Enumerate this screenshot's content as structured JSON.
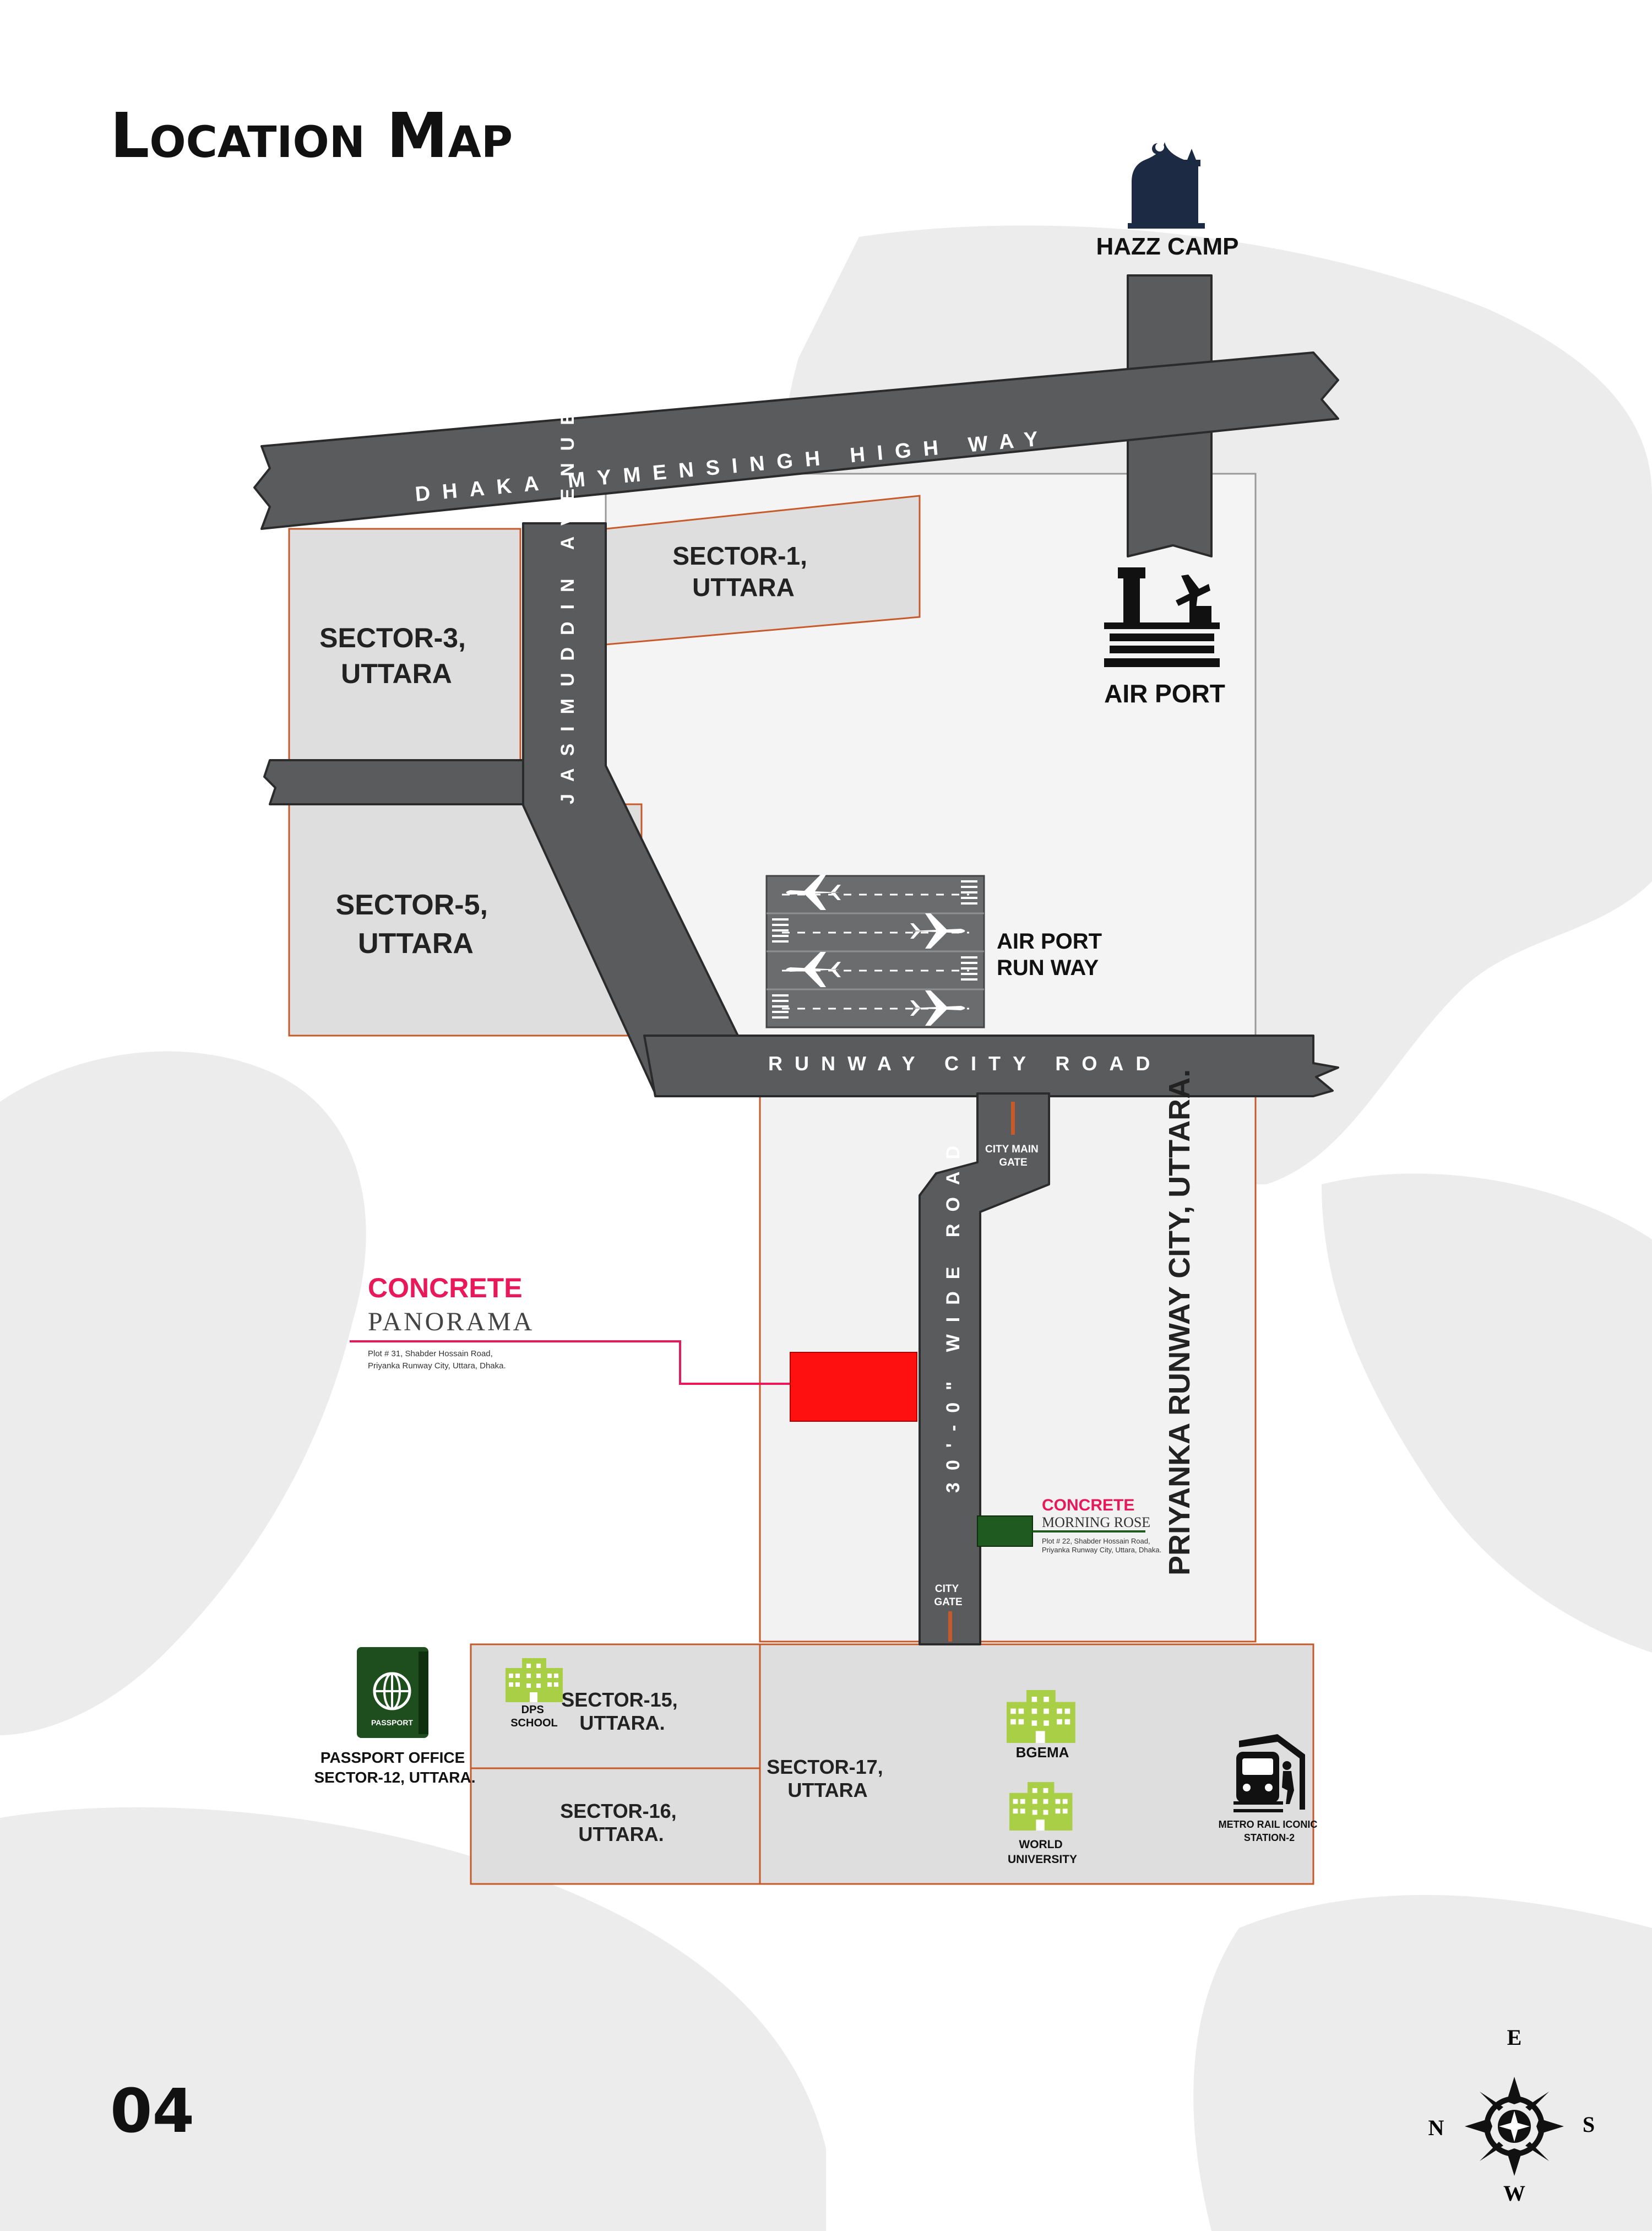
{
  "title": "Location Map",
  "page_number": "04",
  "roads": {
    "highway": "DHAKA MYMENSINGH HIGH WAY",
    "jasimuddin": "JASIMUDDIN AVENUE",
    "runway_city": "RUNWAY CITY ROAD",
    "wide_road": "30'-0\" WIDE ROAD"
  },
  "sectors": {
    "s1": [
      "SECTOR-1,",
      "UTTARA"
    ],
    "s3": [
      "SECTOR-3,",
      "UTTARA"
    ],
    "s5": [
      "SECTOR-5,",
      "UTTARA"
    ],
    "s15": [
      "SECTOR-15,",
      "UTTARA."
    ],
    "s16": [
      "SECTOR-16,",
      "UTTARA."
    ],
    "s17": [
      "SECTOR-17,",
      "UTTARA"
    ]
  },
  "area_label": "PRIYANKA RUNWAY CITY, UTTARA.",
  "gates": {
    "main": [
      "CITY MAIN",
      "GATE"
    ],
    "city": [
      "CITY",
      "GATE"
    ]
  },
  "pois": {
    "hazz_camp": "HAZZ CAMP",
    "airport": "AIR PORT",
    "runway": [
      "AIR PORT",
      "RUN WAY"
    ],
    "passport": [
      "PASSPORT OFFICE",
      "SECTOR-12, UTTARA."
    ],
    "passport_badge": "PASSPORT",
    "dps": [
      "DPS",
      "SCHOOL"
    ],
    "bgema": "BGEMA",
    "world_university": [
      "WORLD",
      "UNIVERSITY"
    ],
    "metro": [
      "METRO RAIL ICONIC",
      "STATION-2"
    ]
  },
  "projects": {
    "panorama": {
      "brand": "CONCRETE",
      "name": "PANORAMA",
      "address": [
        "Plot # 31, Shabder Hossain Road,",
        "Priyanka Runway City, Uttara, Dhaka."
      ]
    },
    "morning_rose": {
      "brand": "CONCRETE",
      "name": "MORNING ROSE",
      "address": [
        "Plot # 22, Shabder Hossain Road,",
        "Priyanka Runway City, Uttara, Dhaka."
      ]
    }
  },
  "compass": {
    "top": "E",
    "left": "N",
    "right": "S",
    "bottom": "W"
  },
  "colors": {
    "road": "#5a5b5d",
    "road_edge": "#2b2b2b",
    "sector_fill": "#dedede",
    "boundary": "#c75a2a",
    "highlight": "#ff1010",
    "morning_rose": "#1f5a20",
    "brand": "#e8185a",
    "icon_green": "#a8cf45",
    "mosque": "#1c2a44",
    "passport": "#1e4d1e"
  }
}
